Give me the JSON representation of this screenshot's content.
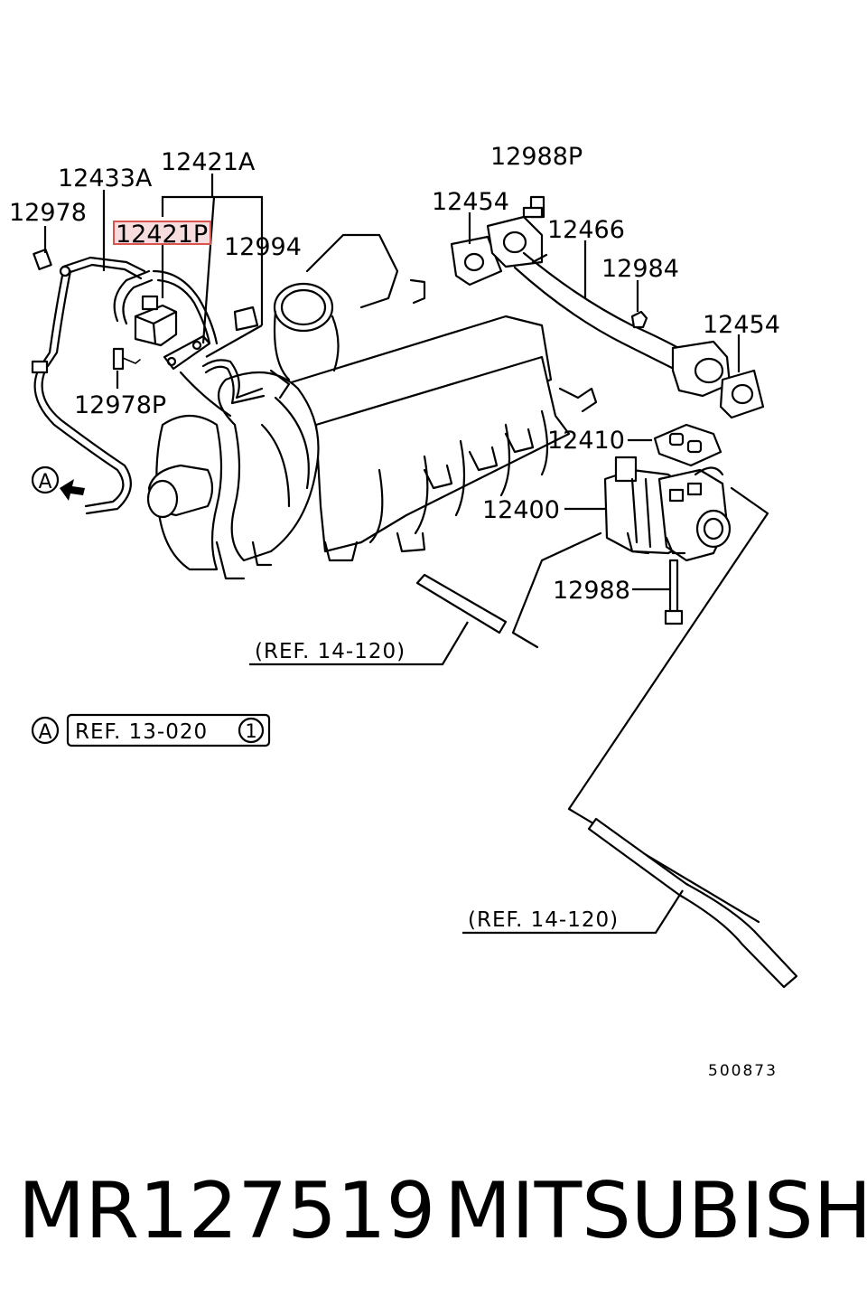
{
  "callouts": {
    "c12433A": "12433A",
    "c12421A": "12421A",
    "c12978": "12978",
    "c12421P": "12421P",
    "c12994": "12994",
    "c12978P": "12978P",
    "c12988P": "12988P",
    "c12454a": "12454",
    "c12466": "12466",
    "c12984": "12984",
    "c12454b": "12454",
    "c12410": "12410",
    "c12400": "12400",
    "c12988": "12988"
  },
  "refs": {
    "ref_upper": "(REF. 14-120)",
    "ref_lower": "(REF. 14-120)",
    "ref_box": "REF. 13-020",
    "ref_box_num": "1",
    "marker_a": "A",
    "marker_a2": "A"
  },
  "diagram_code": "500873",
  "footer": {
    "part_number": "MR127519",
    "brand": "MITSUBISHI"
  },
  "highlight_color": "#d9534f"
}
